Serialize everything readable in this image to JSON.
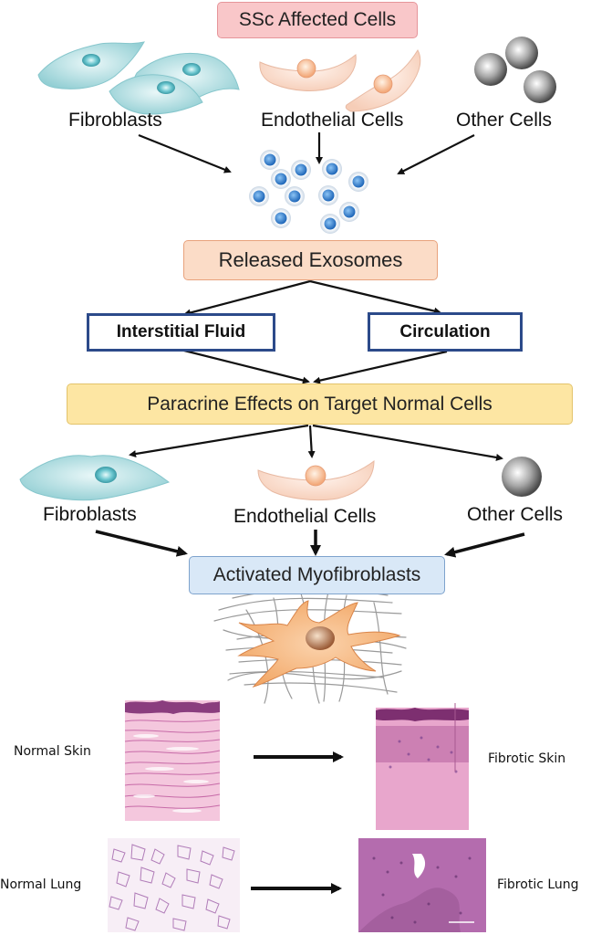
{
  "title_box": "SSc Affected Cells",
  "top_cells": {
    "fibroblasts": "Fibroblasts",
    "endothelial": "Endothelial Cells",
    "other": "Other Cells"
  },
  "released_exosomes": "Released Exosomes",
  "routes": {
    "interstitial": "Interstitial Fluid",
    "circulation": "Circulation"
  },
  "paracrine": "Paracrine Effects on Target Normal Cells",
  "bottom_cells": {
    "fibroblasts": "Fibroblasts",
    "endothelial": "Endothelial Cells",
    "other": "Other Cells"
  },
  "activated": "Activated Myofibroblasts",
  "tissues": {
    "normal_skin": "Normal Skin",
    "fibrotic_skin": "Fibrotic Skin",
    "normal_lung": "Normal Lung",
    "fibrotic_lung": "Fibrotic Lung"
  },
  "colors": {
    "fibroblast_fill": "#a9dde0",
    "endothelial_fill": "#fbe0d2",
    "exosome_blue": "#2f7fd0",
    "myofibroblast": "#f5b27a",
    "skin_pink": "#e8a6cc",
    "lung_purple": "#a45f9e"
  }
}
